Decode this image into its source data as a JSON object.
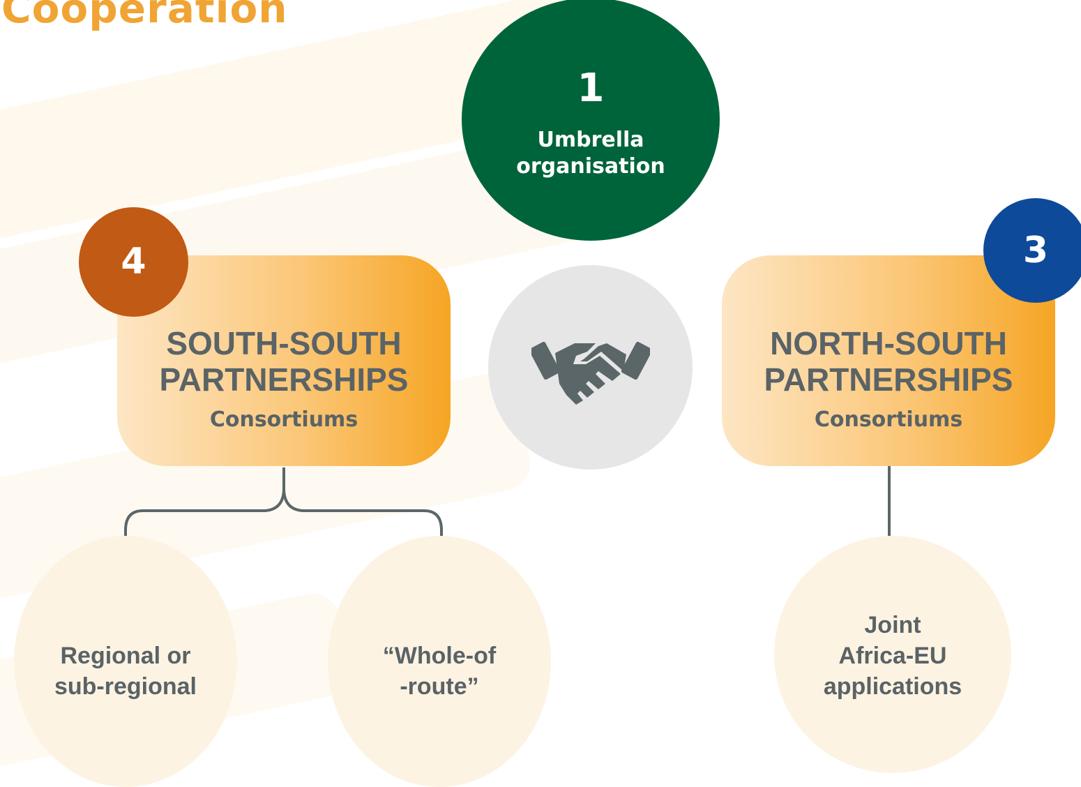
{
  "title": "Cooperation",
  "umbrella": {
    "number": "1",
    "label_line1": "Umbrella",
    "label_line2": "organisation",
    "color": "#00643a"
  },
  "hub": {
    "icon": "handshake-icon"
  },
  "south": {
    "badge": "4",
    "badge_color": "#c15a14",
    "heading_line1": "SOUTH-SOUTH",
    "heading_line2": "PARTNERSHIPS",
    "subheading": "Consortiums",
    "children": [
      {
        "line1": "Regional or",
        "line2": "sub-regional"
      },
      {
        "line1": "“Whole-of",
        "line2": "-route”"
      }
    ]
  },
  "north": {
    "badge": "3",
    "badge_color": "#0e4a9a",
    "heading_line1": "NORTH-SOUTH",
    "heading_line2": "PARTNERSHIPS",
    "subheading": "Consortiums",
    "children": [
      {
        "line1": "Joint",
        "line2": "Africa-EU",
        "line3": "applications"
      }
    ]
  }
}
